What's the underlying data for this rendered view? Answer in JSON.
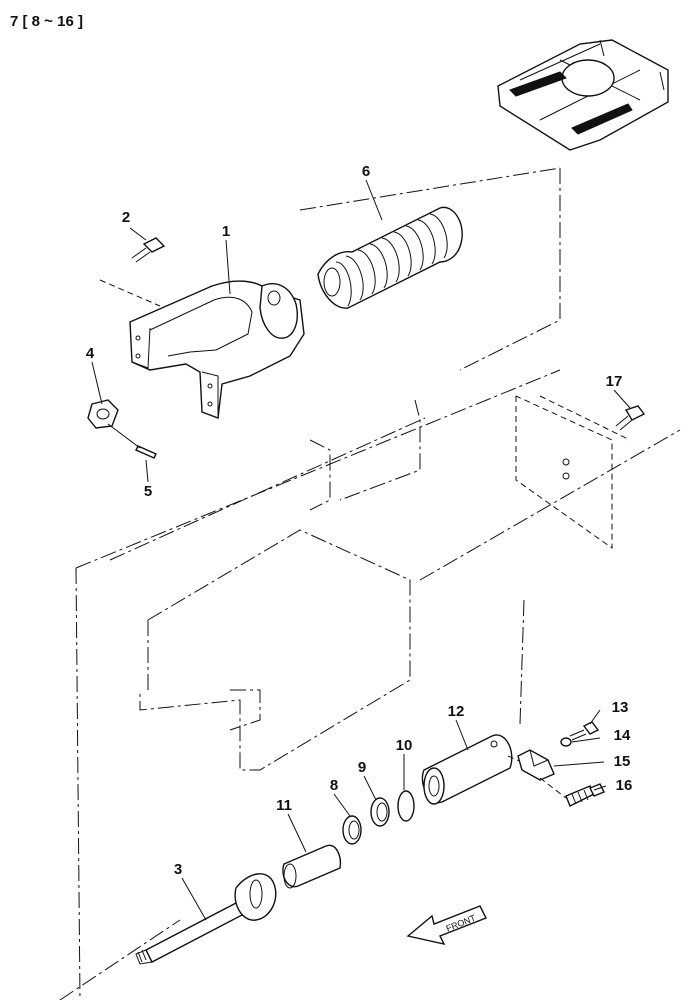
{
  "header": {
    "title": "7 [ 8 ~ 16 ]"
  },
  "callouts": [
    {
      "id": "1",
      "label": "1"
    },
    {
      "id": "2",
      "label": "2"
    },
    {
      "id": "3",
      "label": "3"
    },
    {
      "id": "4",
      "label": "4"
    },
    {
      "id": "5",
      "label": "5"
    },
    {
      "id": "6",
      "label": "6"
    },
    {
      "id": "8",
      "label": "8"
    },
    {
      "id": "9",
      "label": "9"
    },
    {
      "id": "10",
      "label": "10"
    },
    {
      "id": "11",
      "label": "11"
    },
    {
      "id": "12",
      "label": "12"
    },
    {
      "id": "13",
      "label": "13"
    },
    {
      "id": "14",
      "label": "14"
    },
    {
      "id": "15",
      "label": "15"
    },
    {
      "id": "16",
      "label": "16"
    },
    {
      "id": "17",
      "label": "17"
    }
  ],
  "front_arrow": {
    "label": "FRONT"
  }
}
